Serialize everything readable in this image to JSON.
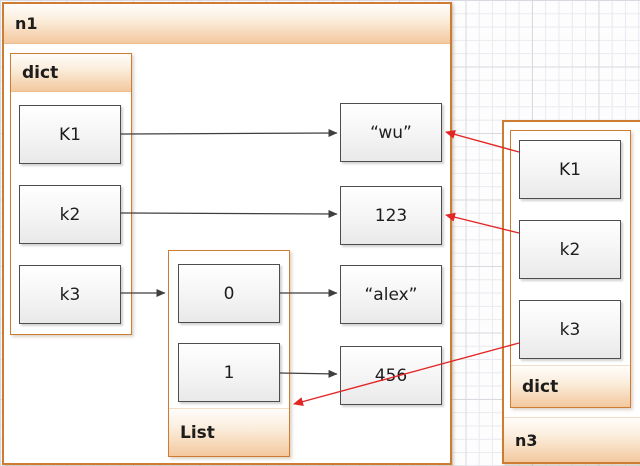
{
  "containers": {
    "n1": {
      "label": "n1"
    },
    "dict_left": {
      "label": "dict"
    },
    "list": {
      "label": "List"
    },
    "n3": {
      "label": "n3"
    },
    "dict_right": {
      "label": "dict"
    }
  },
  "nodes": {
    "k1_left": {
      "label": "K1"
    },
    "k2_left": {
      "label": "k2"
    },
    "k3_left": {
      "label": "k3"
    },
    "wu": {
      "label": "“wu”"
    },
    "num123": {
      "label": "123"
    },
    "alex": {
      "label": "“alex”"
    },
    "num456": {
      "label": "456"
    },
    "idx0": {
      "label": "0"
    },
    "idx1": {
      "label": "1"
    },
    "k1_right": {
      "label": "K1"
    },
    "k2_right": {
      "label": "k2"
    },
    "k3_right": {
      "label": "k3"
    }
  },
  "edges": [
    {
      "from": "n1.dict.K1",
      "to": "“wu”",
      "style": "black"
    },
    {
      "from": "n1.dict.k2",
      "to": "123",
      "style": "black"
    },
    {
      "from": "n1.dict.k3",
      "to": "List",
      "style": "black"
    },
    {
      "from": "List.0",
      "to": "“alex”",
      "style": "black"
    },
    {
      "from": "List.1",
      "to": "456",
      "style": "black"
    },
    {
      "from": "n3.dict.K1",
      "to": "“wu”",
      "style": "red"
    },
    {
      "from": "n3.dict.k2",
      "to": "123",
      "style": "red"
    },
    {
      "from": "n3.dict.k3",
      "to": "List",
      "style": "red"
    }
  ],
  "colors": {
    "container_border": "#cd7c31",
    "band_gradient_top": "#fffdfb",
    "band_gradient_bottom": "#f3c89e",
    "node_border": "#4d4d4d",
    "black_arrow": "#3f3f3f",
    "red_arrow": "#e32525",
    "grid_line": "#e9e9ef"
  }
}
